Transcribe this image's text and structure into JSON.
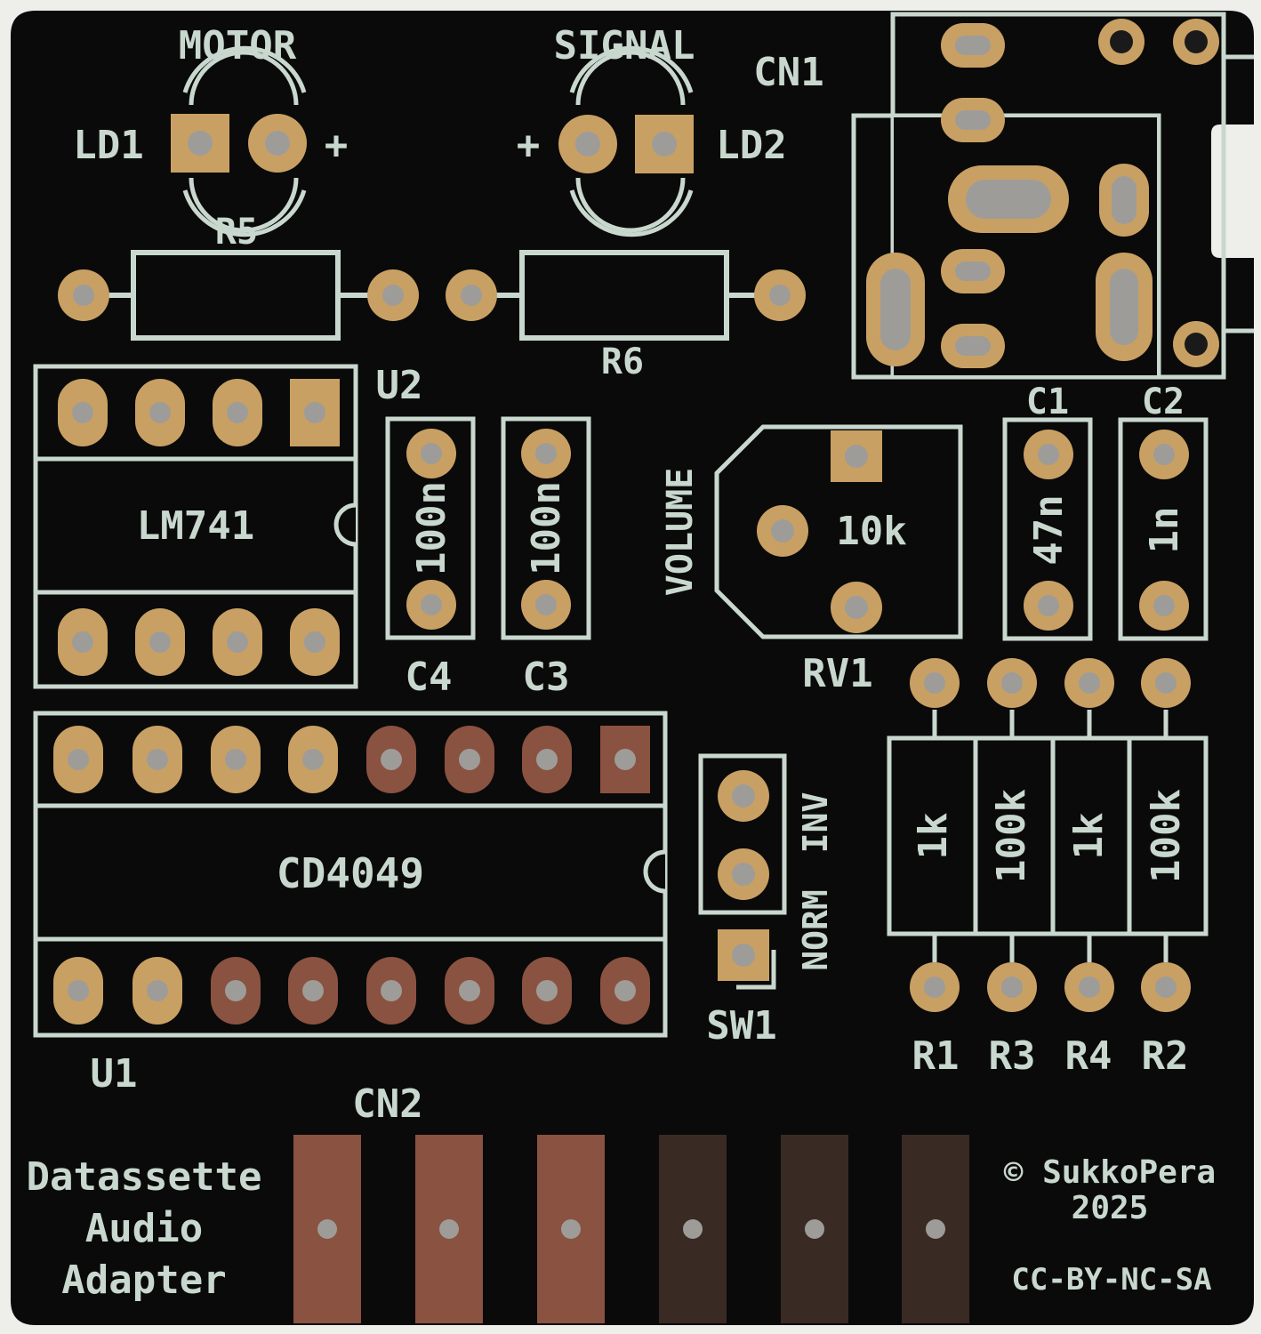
{
  "board": {
    "colors": {
      "substrate": "#0a0a0a",
      "silkscreen": "#c9d8ce",
      "pad_gold": "#c9a063",
      "pad_copper": "#8a5240",
      "pad_dark": "#3a2a24",
      "hole": "#9e9c98",
      "background": "#eeeeea"
    },
    "labels": {
      "motor": "MOTOR",
      "signal": "SIGNAL",
      "cn1": "CN1",
      "ld1": "LD1",
      "ld2": "LD2",
      "plus_left": "+",
      "plus_right": "+",
      "r5": "R5",
      "r6": "R6",
      "u2": "U2",
      "lm741": "LM741",
      "c4_value": "100n",
      "c3_value": "100n",
      "c4": "C4",
      "c3": "C3",
      "volume": "VOLUME",
      "rv1_value": "10k",
      "rv1": "RV1",
      "c1": "C1",
      "c2": "C2",
      "c1_value": "47n",
      "c2_value": "1n",
      "cd4049": "CD4049",
      "u1": "U1",
      "inv": "INV",
      "norm": "NORM",
      "sw1": "SW1",
      "r1_value": "1k",
      "r3_value": "100k",
      "r4_value": "1k",
      "r2_value": "100k",
      "r1": "R1",
      "r3": "R3",
      "r4": "R4",
      "r2": "R2",
      "cn2": "CN2",
      "title_line1": "Datassette",
      "title_line2": "Audio",
      "title_line3": "Adapter",
      "credit_line1": "© SukkoPera",
      "credit_line2": "2025",
      "license": "CC-BY-NC-SA"
    }
  }
}
